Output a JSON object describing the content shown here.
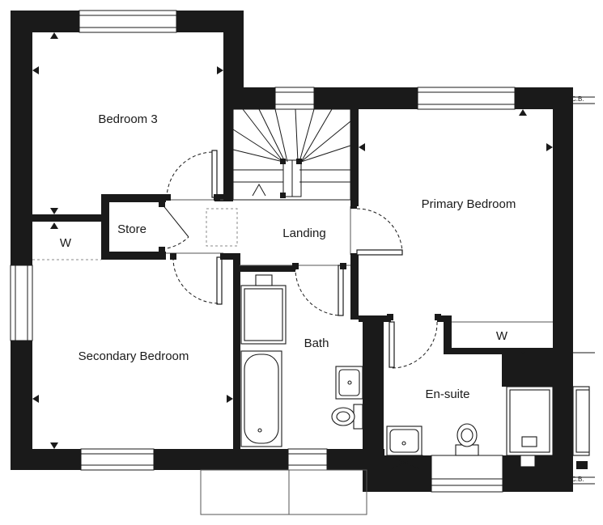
{
  "rooms": {
    "bedroom3": "Bedroom 3",
    "store": "Store",
    "landing": "Landing",
    "primary_bedroom": "Primary Bedroom",
    "secondary_bedroom": "Secondary Bedroom",
    "bath": "Bath",
    "ensuite": "En-suite",
    "wardrobe_left": "W",
    "wardrobe_right": "W"
  },
  "annotations": {
    "cb_top": "C.B.",
    "cb_bottom": "C.B."
  },
  "colors": {
    "wall": "#1a1a1a",
    "background": "#ffffff"
  }
}
